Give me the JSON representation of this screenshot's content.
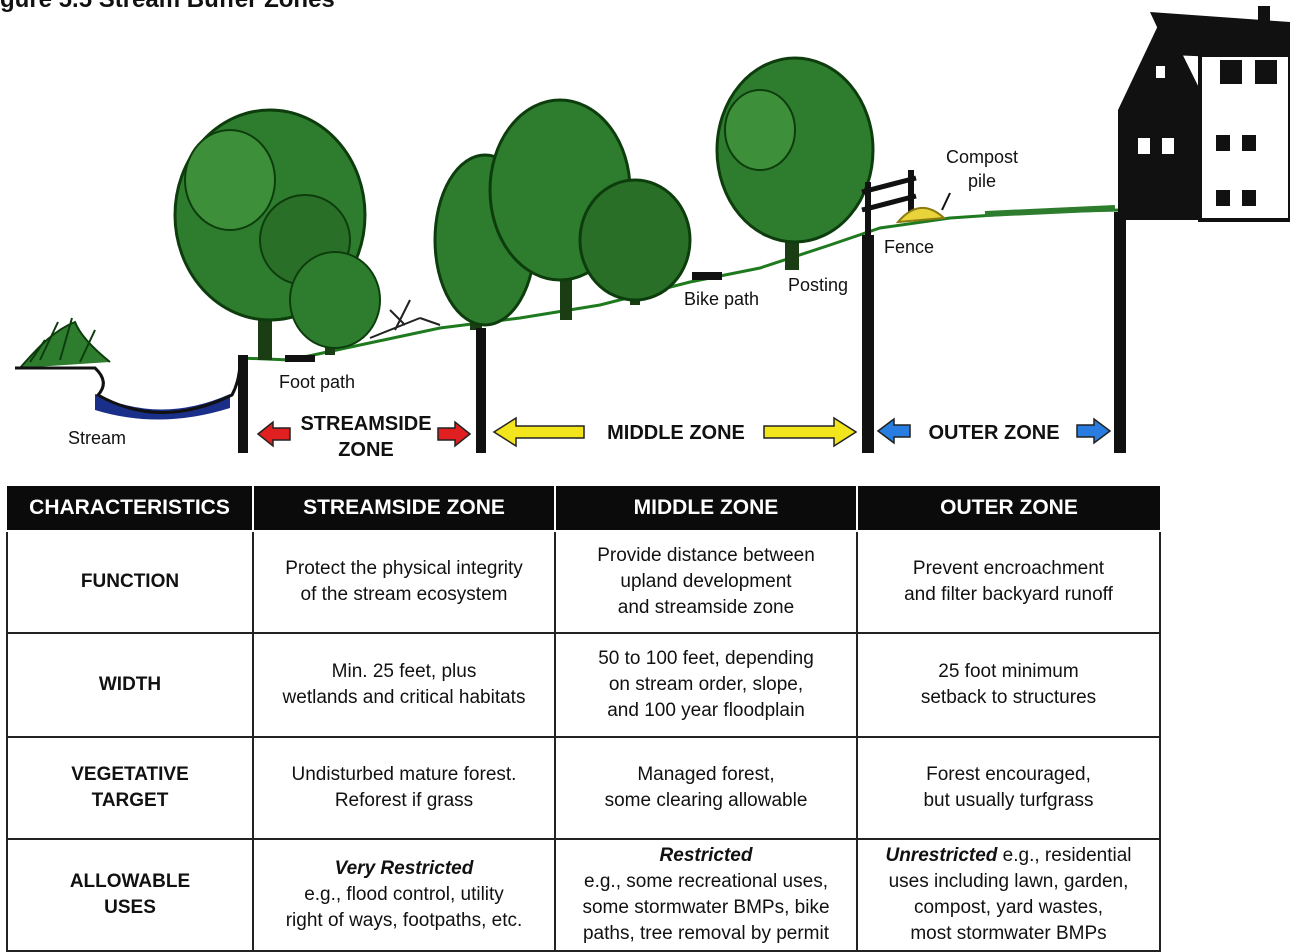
{
  "figure_title": "gure 5.5 Stream Buffer Zones",
  "diagram": {
    "labels": {
      "stream": "Stream",
      "foot_path": "Foot path",
      "bike_path": "Bike path",
      "posting": "Posting",
      "fence": "Fence",
      "compost_line1": "Compost",
      "compost_line2": "pile"
    },
    "zones": {
      "streamside_line1": "STREAMSIDE",
      "streamside_line2": "ZONE",
      "middle": "MIDDLE ZONE",
      "outer": "OUTER ZONE"
    },
    "colors": {
      "streamside_arrow": "#e02020",
      "middle_arrow": "#f2e51c",
      "outer_arrow": "#2a7de0",
      "tree": "#2e7d2e",
      "water": "#1a2f8a",
      "ground_line": "#1f7a1f"
    }
  },
  "table": {
    "headers": [
      "CHARACTERISTICS",
      "STREAMSIDE ZONE",
      "MIDDLE ZONE",
      "OUTER ZONE"
    ],
    "rows": [
      {
        "label_lines": [
          "FUNCTION"
        ],
        "streamside": [
          "Protect the physical integrity",
          "of the stream ecosystem"
        ],
        "middle": [
          "Provide distance between",
          "upland development",
          "and streamside zone"
        ],
        "outer": [
          "Prevent encroachment",
          "and filter backyard runoff"
        ]
      },
      {
        "label_lines": [
          "WIDTH"
        ],
        "streamside": [
          "Min. 25 feet, plus",
          "wetlands and critical habitats"
        ],
        "middle": [
          "50 to 100 feet, depending",
          "on stream order, slope,",
          "and 100 year floodplain"
        ],
        "outer": [
          "25 foot minimum",
          "setback to structures"
        ]
      },
      {
        "label_lines": [
          "VEGETATIVE",
          "TARGET"
        ],
        "streamside": [
          "Undisturbed mature forest.",
          "Reforest if grass"
        ],
        "middle": [
          "Managed forest,",
          "some clearing allowable"
        ],
        "outer": [
          "Forest encouraged,",
          "but usually turfgrass"
        ]
      },
      {
        "label_lines": [
          "ALLOWABLE",
          "USES"
        ],
        "streamside_emph": "Very Restricted",
        "streamside": [
          "e.g., flood control, utility",
          "right of ways, footpaths, etc."
        ],
        "middle_emph": "Restricted",
        "middle": [
          "e.g., some recreational uses,",
          "some stormwater BMPs, bike",
          "paths, tree removal by permit"
        ],
        "outer_emph": "Unrestricted",
        "outer_first_rest": " e.g., residential",
        "outer": [
          "uses including lawn, garden,",
          "compost, yard wastes,",
          "most stormwater BMPs"
        ]
      }
    ]
  }
}
